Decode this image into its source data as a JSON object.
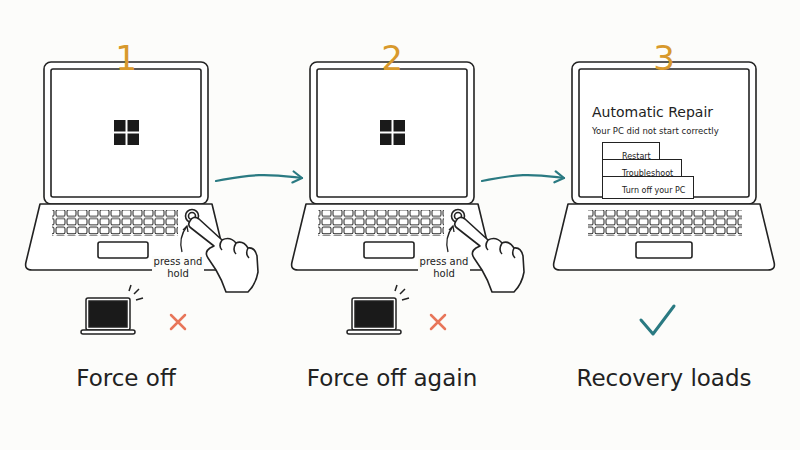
{
  "diagram": {
    "nodes": [
      {
        "text": [
          "1",
          "Force off"
        ]
      },
      {
        "text": [
          "2",
          "Force off again"
        ]
      },
      {
        "text": [
          "3",
          "Automatic Repair",
          "Your PC did not start correctly",
          "Recovery loads"
        ]
      },
      {
        "text": [
          "Restart"
        ],
        "in": 2
      },
      {
        "text": [
          "Troubleshoot"
        ],
        "in": 2
      },
      {
        "text": [
          "Turn off your PC"
        ],
        "in": 2
      }
    ],
    "edges": [
      {
        "from": 0,
        "to": 1,
        "arrow": "to"
      },
      {
        "from": 1,
        "to": 2,
        "arrow": "to"
      }
    ],
    "labels": [
      "press and hold",
      "press and hold"
    ]
  }
}
